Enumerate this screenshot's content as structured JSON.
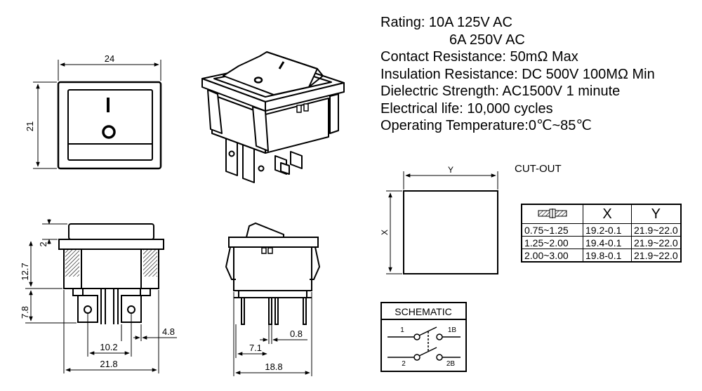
{
  "specs": {
    "rating_line1": "Rating: 10A 125V AC",
    "rating_line2": "6A 250V AC",
    "contact_resistance": "Contact Resistance: 50mΩ Max",
    "insulation_resistance": "Insulation Resistance: DC 500V 100MΩ Min",
    "dielectric_strength": "Dielectric Strength: AC1500V 1 minute",
    "electrical_life": "Electrical life: 10,000 cycles",
    "operating_temperature": "Operating Temperature:0℃~85℃"
  },
  "front_view": {
    "width": "24",
    "height": "21",
    "on_symbol": "I",
    "off_symbol": "O"
  },
  "side_view": {
    "dim_2": "2",
    "dim_12_7": "12.7",
    "dim_7_8": "7.8",
    "dim_4_8": "4.8",
    "dim_10_2": "10.2",
    "dim_21_8": "21.8"
  },
  "end_view": {
    "dim_0_8": "0.8",
    "dim_7_1": "7.1",
    "dim_18_8": "18.8"
  },
  "cutout": {
    "title": "CUT-OUT",
    "x_label": "X",
    "y_label": "Y",
    "table_headers": [
      "X",
      "Y"
    ],
    "rows": [
      {
        "thickness": "0.75~1.25",
        "x": "19.2-0.1",
        "y": "21.9~22.0"
      },
      {
        "thickness": "1.25~2.00",
        "x": "19.4-0.1",
        "y": "21.9~22.0"
      },
      {
        "thickness": "2.00~3.00",
        "x": "19.8-0.1",
        "y": "21.9~22.0"
      }
    ]
  },
  "schematic": {
    "title": "SCHEMATIC",
    "t1": "1",
    "t1b": "1B",
    "t2": "2",
    "t2b": "2B"
  }
}
